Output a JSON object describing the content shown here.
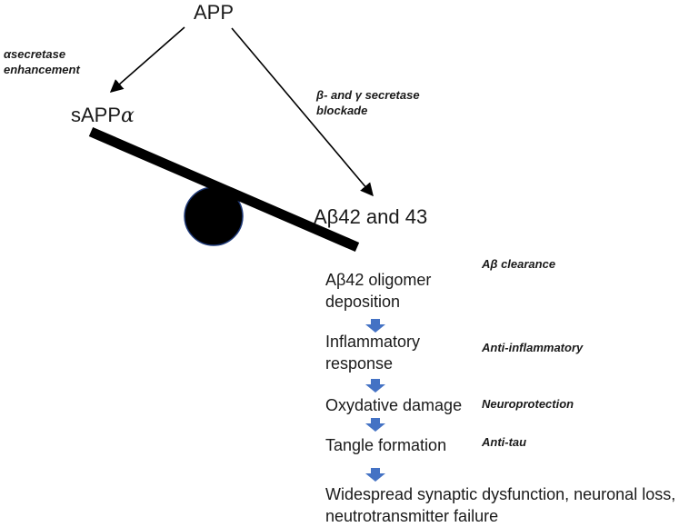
{
  "title": "APP",
  "left_product": {
    "text": "sAPP",
    "greek": "α"
  },
  "right_product": "Aβ42 and 43",
  "left_arrow_label": [
    "αsecretase",
    "enhancement"
  ],
  "right_arrow_label": [
    "β- and γ secretase",
    "blockade"
  ],
  "cascade": [
    {
      "lines": [
        "Aβ42 oligomer",
        "deposition"
      ],
      "therapy": "Aβ clearance"
    },
    {
      "lines": [
        "Inflammatory",
        "response"
      ],
      "therapy": "Anti-inflammatory"
    },
    {
      "lines": [
        "Oxydative damage"
      ],
      "therapy": "Neuroprotection"
    },
    {
      "lines": [
        "Tangle formation"
      ],
      "therapy": "Anti-tau"
    },
    {
      "lines": [
        "Widespread synaptic dysfunction, neuronal loss,",
        "neutrotransmitter failure"
      ],
      "therapy": ""
    }
  ],
  "colors": {
    "text": "#1a1a1a",
    "arrow": "#000000",
    "beam": "#000000",
    "fulcrum": "#000000",
    "down_arrow": "#4472C4",
    "fulcrum_edge": "#1F3A78"
  }
}
